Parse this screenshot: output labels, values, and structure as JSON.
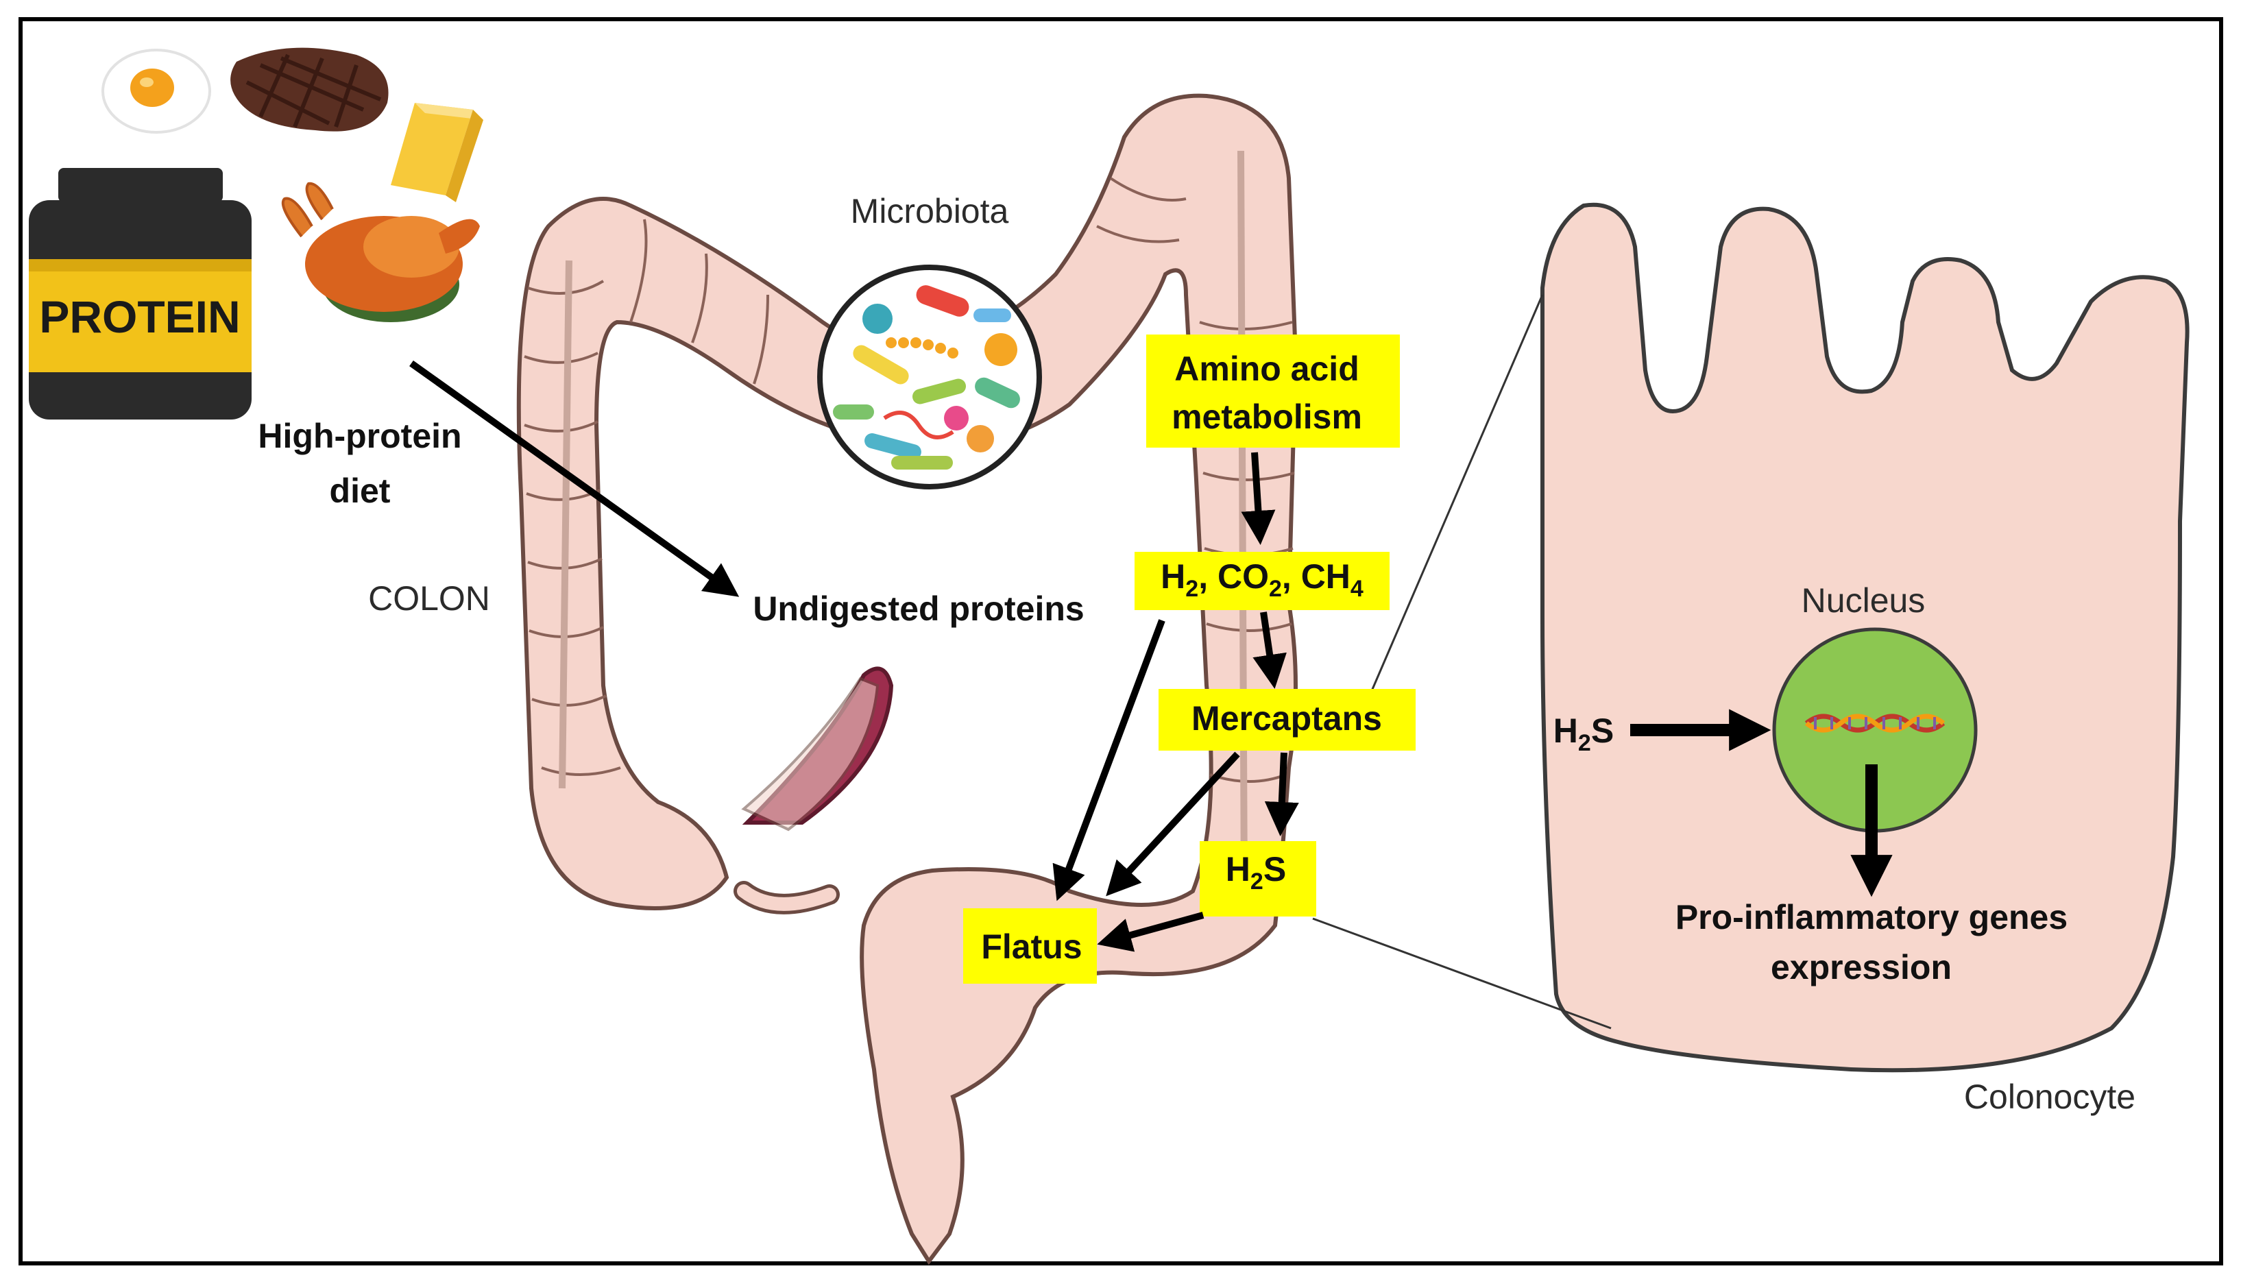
{
  "colors": {
    "frame": "#000000",
    "highlight": "#ffff00",
    "colon_fill": "#f6d5cc",
    "colon_stroke": "#6b4a42",
    "cell_fill": "#f7d7cd",
    "nucleus_fill": "#8cc751",
    "rectum_inner": "#9c2d4d",
    "protein_jar_band": "#f2c219",
    "arrow": "#000000"
  },
  "labels": {
    "high_protein_diet": [
      "High-protein",
      "diet"
    ],
    "protein_jar": "PROTEIN",
    "colon": "COLON",
    "microbiota": "Microbiota",
    "undigested_proteins": "Undigested proteins",
    "amino_acid_metabolism": [
      "Amino acid",
      "metabolism"
    ],
    "gases": {
      "h": "H",
      "h_sub": "2",
      "sep1": ", CO",
      "co_sub": "2",
      "sep2": ", CH",
      "ch_sub": "4"
    },
    "mercaptans": "Mercaptans",
    "h2s": {
      "h": "H",
      "sub": "2",
      "s": "S"
    },
    "flatus": "Flatus",
    "nucleus": "Nucleus",
    "h2s_cell": {
      "h": "H",
      "sub": "2",
      "s": "S"
    },
    "pro_inflammatory": [
      "Pro-inflammatory genes",
      "expression"
    ],
    "colonocyte": "Colonocyte"
  },
  "icons": [
    "egg-icon",
    "steak-icon",
    "cheese-icon",
    "roast-chicken-icon",
    "protein-jar-icon",
    "bacteria-cluster-icon",
    "dna-strand-icon"
  ]
}
